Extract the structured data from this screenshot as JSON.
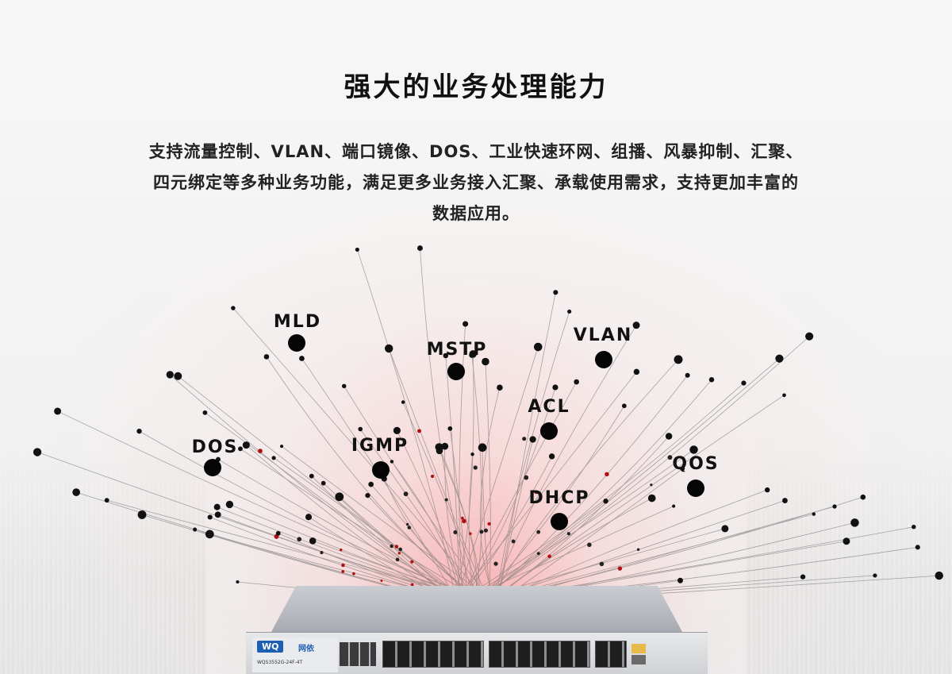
{
  "title": "强大的业务处理能力",
  "description": {
    "line1": "支持流量控制、VLAN、端口镜像、DOS、工业快速环网、组播、风暴抑制、汇聚、",
    "line2": "四元绑定等多种业务功能，满足更多业务接入汇聚、承载使用需求，支持更加丰富的",
    "line3": "数据应用。"
  },
  "features": {
    "mld": "MLD",
    "mstp": "MSTP",
    "vlan": "VLAN",
    "acl": "ACL",
    "dos": "DOS",
    "igmp": "IGMP",
    "qos": "QOS",
    "dhcp": "DHCP"
  },
  "device": {
    "brand": "WQ",
    "brand_cn": "网依",
    "model": "WQS3552G-24F-4T"
  },
  "colors": {
    "glow": "#ff7a7a",
    "node": "#050505",
    "branch": "#555555",
    "brand_blue": "#1c5fb3"
  }
}
